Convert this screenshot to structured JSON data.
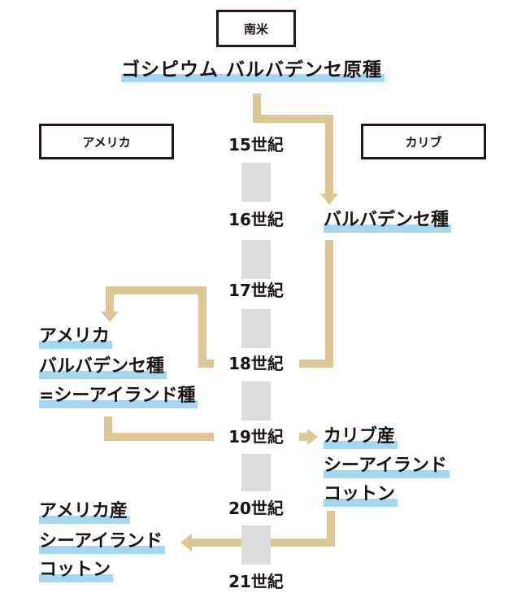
{
  "regions": {
    "south_america": "南米",
    "america": "アメリカ",
    "caribbean": "カリブ"
  },
  "origin": "ゴシピウム バルバデンセ原種",
  "centuries": [
    "15世紀",
    "16世紀",
    "17世紀",
    "18世紀",
    "19世紀",
    "20世紀",
    "21世紀"
  ],
  "caribbean_barbadense": "バルバデンセ種",
  "america_barbadense": [
    "アメリカ",
    "バルバデンセ種",
    "=シーアイランド種"
  ],
  "caribbean_sea_island": [
    "カリブ産",
    "シーアイランド",
    "コットン"
  ],
  "america_sea_island": [
    "アメリカ産",
    "シーアイランド",
    "コットン"
  ],
  "colors": {
    "arrow": "#dcc795",
    "highlight": "#a3d8f4",
    "timeline": "#dcdcdc"
  }
}
